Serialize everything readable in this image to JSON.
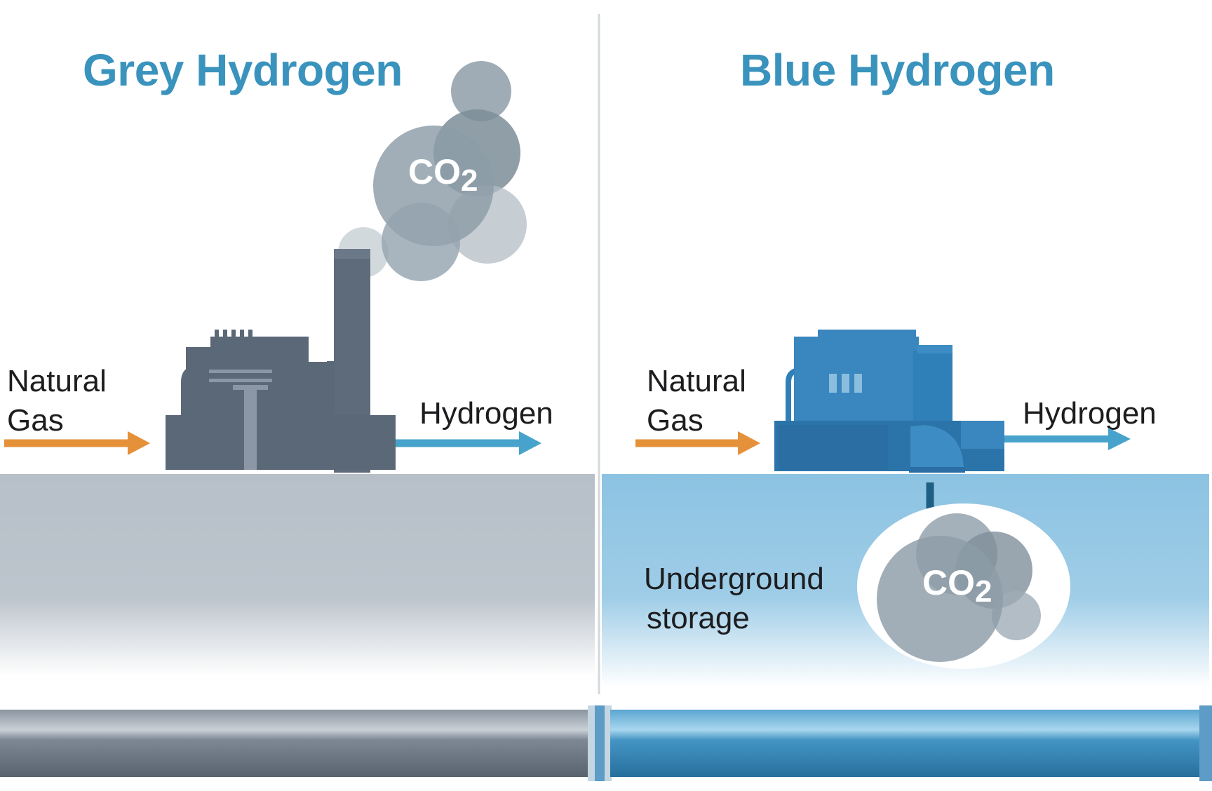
{
  "colors": {
    "title": "#3a93bd",
    "natural_gas_arrow": "#e5913a",
    "hydrogen_arrow": "#47a3cb",
    "grey_plant": "#5b6878",
    "blue_plant": "#2f7fb8",
    "grey_ground": "#b9c2cb",
    "blue_ground": "#8fc4e3",
    "co2_bubble": "#8a9aa6",
    "grey_pipe": "#6b7784",
    "blue_pipe": "#3688b8"
  },
  "grey_panel": {
    "title": "Grey Hydrogen",
    "input_label_line1": "Natural",
    "input_label_line2": "Gas",
    "output_label": "Hydrogen",
    "emission_label": "CO",
    "emission_subscript": "2"
  },
  "blue_panel": {
    "title": "Blue Hydrogen",
    "input_label_line1": "Natural",
    "input_label_line2": "Gas",
    "output_label": "Hydrogen",
    "storage_label_line1": "Underground",
    "storage_label_line2": "storage",
    "emission_label": "CO",
    "emission_subscript": "2"
  }
}
